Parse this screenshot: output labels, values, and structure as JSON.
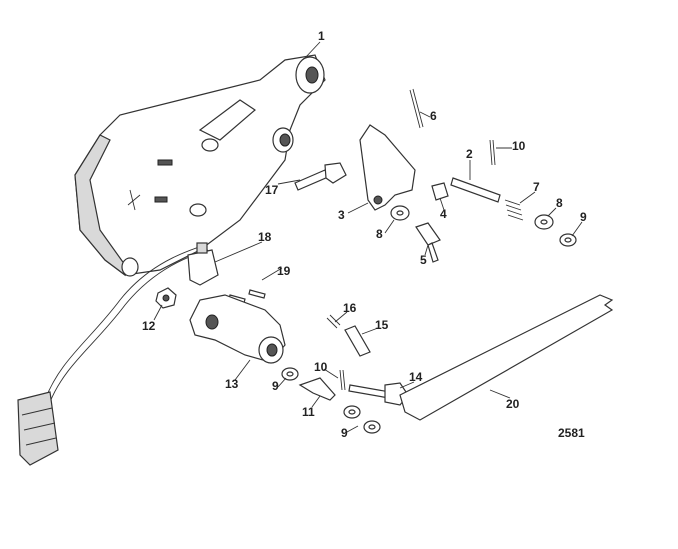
{
  "diagram": {
    "figure_number": "2581",
    "callouts": [
      {
        "id": "c1",
        "text": "1"
      },
      {
        "id": "c6",
        "text": "6"
      },
      {
        "id": "c10a",
        "text": "10"
      },
      {
        "id": "c2",
        "text": "2"
      },
      {
        "id": "c7",
        "text": "7"
      },
      {
        "id": "c8a",
        "text": "8"
      },
      {
        "id": "c9a",
        "text": "9"
      },
      {
        "id": "c17",
        "text": "17"
      },
      {
        "id": "c3",
        "text": "3"
      },
      {
        "id": "c4",
        "text": "4"
      },
      {
        "id": "c8b",
        "text": "8"
      },
      {
        "id": "c5",
        "text": "5"
      },
      {
        "id": "c18",
        "text": "18"
      },
      {
        "id": "c19",
        "text": "19"
      },
      {
        "id": "c12",
        "text": "12"
      },
      {
        "id": "c16",
        "text": "16"
      },
      {
        "id": "c15",
        "text": "15"
      },
      {
        "id": "c13",
        "text": "13"
      },
      {
        "id": "c10b",
        "text": "10"
      },
      {
        "id": "c14",
        "text": "14"
      },
      {
        "id": "c20",
        "text": "20"
      },
      {
        "id": "c9b",
        "text": "9"
      },
      {
        "id": "c11",
        "text": "11"
      },
      {
        "id": "c9c",
        "text": "9"
      }
    ]
  }
}
